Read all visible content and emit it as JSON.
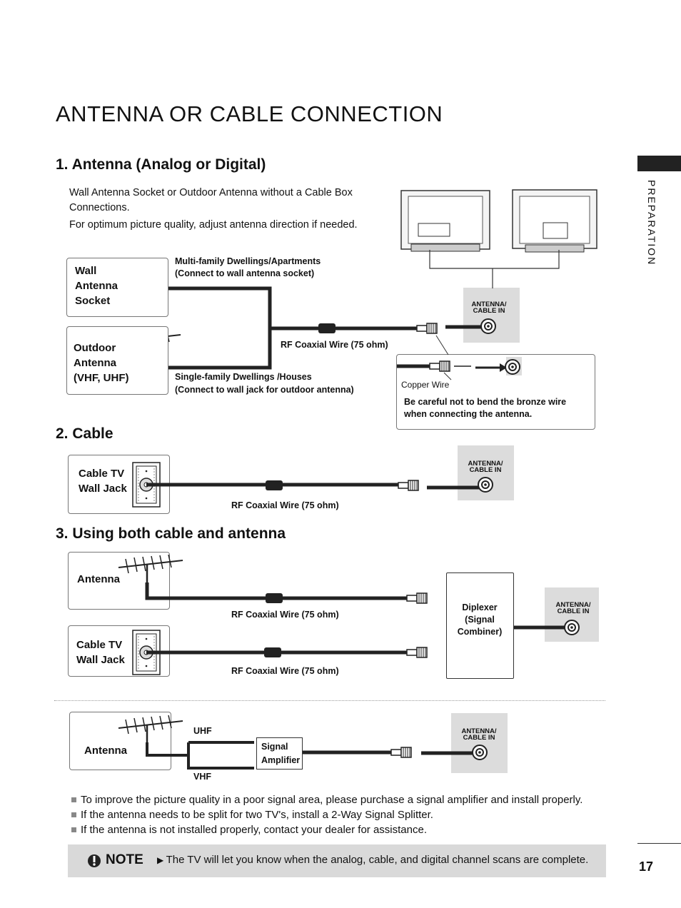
{
  "page": {
    "title": "ANTENNA OR CABLE CONNECTION",
    "side_tab": "PREPARATION",
    "page_number": "17"
  },
  "section1": {
    "heading": "1. Antenna (Analog or Digital)",
    "intro_line1": "Wall Antenna Socket or Outdoor Antenna without a Cable Box Connections.",
    "intro_line2": "For optimum picture quality, adjust antenna direction if needed.",
    "wall_socket_label": "Wall Antenna Socket",
    "outdoor_label": "Outdoor Antenna (VHF, UHF)",
    "multi_family": "Multi-family Dwellings/Apartments",
    "multi_family_note": "(Connect to wall antenna socket)",
    "single_family": "Single-family Dwellings /Houses",
    "single_family_note": "(Connect to wall jack for outdoor antenna)",
    "wire_label": "RF Coaxial Wire (75 ohm)",
    "jack_label": "ANTENNA/ CABLE IN",
    "copper_wire": "Copper Wire",
    "caution": "Be careful not to bend the bronze wire when connecting the antenna."
  },
  "section2": {
    "heading": "2. Cable",
    "wall_jack_label": "Cable TV Wall Jack",
    "wire_label": "RF Coaxial Wire (75 ohm)",
    "jack_label": "ANTENNA/ CABLE IN"
  },
  "section3": {
    "heading": "3. Using both cable and antenna",
    "antenna_label": "Antenna",
    "wall_jack_label": "Cable TV Wall Jack",
    "wire_label_1": "RF Coaxial Wire (75 ohm)",
    "wire_label_2": "RF Coaxial Wire (75 ohm)",
    "diplexer": "Diplexer (Signal Combiner)",
    "jack_label": "ANTENNA/ CABLE IN",
    "antenna_label_2": "Antenna",
    "uhf": "UHF",
    "vhf": "VHF",
    "amplifier": "Signal Amplifier",
    "jack_label_2": "ANTENNA/ CABLE IN"
  },
  "bullets": [
    "To improve the picture quality in a poor signal area, please purchase a signal amplifier and install properly.",
    "If the antenna needs to be split for two TV's, install a 2-Way Signal Splitter.",
    "If the antenna is not installed properly, contact your dealer for assistance."
  ],
  "note": {
    "label": "NOTE",
    "text": "The TV will let you know when the analog, cable, and digital channel scans are complete."
  }
}
